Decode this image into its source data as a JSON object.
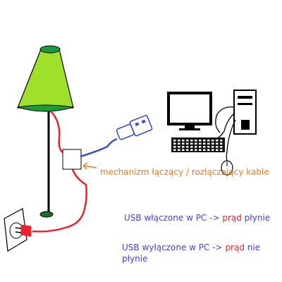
{
  "colors": {
    "background": "#ffffff",
    "shade_fill": "#9ee02a",
    "shade_rim": "#1f9a3a",
    "outline": "#000000",
    "power_cable": "#e8232b",
    "usb_cable": "#3b4fc8",
    "annotation_orange": "#f07a1a",
    "text_blue": "#4a43c8",
    "text_red": "#e8232b"
  },
  "icons": [
    "lamp-icon",
    "switch-box-icon",
    "usb-plug-icon",
    "monitor-icon",
    "pc-tower-icon",
    "keyboard-icon",
    "mouse-icon",
    "wall-socket-icon",
    "power-plug-icon"
  ],
  "labels": {
    "mechanism": "mechanizm łączący / rozłączający kable",
    "usb_on": {
      "prefix": "USB włączone w PC -> ",
      "highlight": "prąd",
      "suffix": " płynie"
    },
    "usb_off": {
      "prefix": "USB wyłączone w PC -> ",
      "highlight": "prąd",
      "suffix": " nie płynie"
    }
  }
}
